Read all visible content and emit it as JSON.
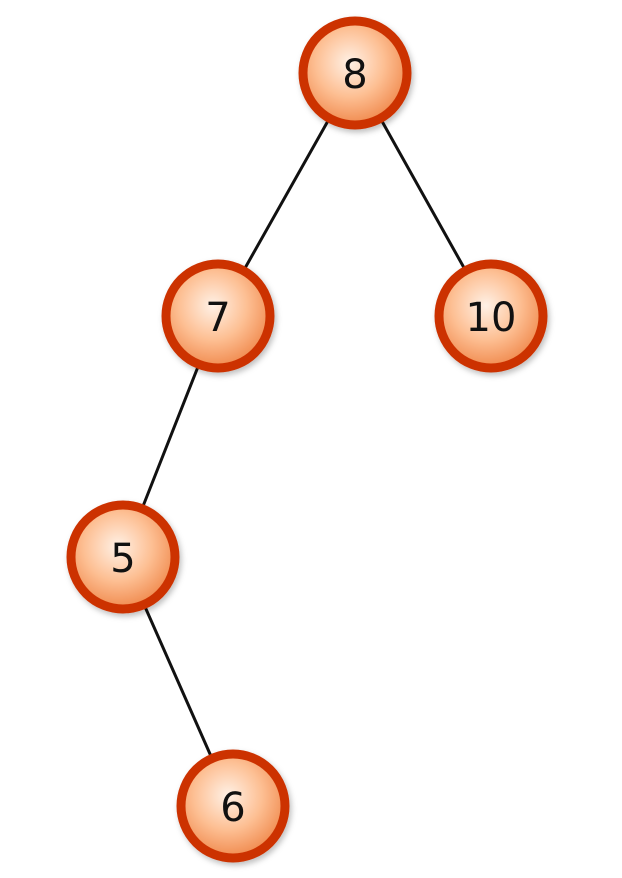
{
  "diagram": {
    "type": "binary-tree",
    "colors": {
      "ring": "#cc3300",
      "fill_center": "#fff1e6",
      "fill_mid": "#fdbf93",
      "fill_edge": "#f08a4e",
      "edge": "#111111"
    },
    "nodes": [
      {
        "id": "n8",
        "label": "8"
      },
      {
        "id": "n7",
        "label": "7"
      },
      {
        "id": "n10",
        "label": "10"
      },
      {
        "id": "n5",
        "label": "5"
      },
      {
        "id": "n6",
        "label": "6"
      }
    ],
    "edges": [
      {
        "from": "n8",
        "to": "n7"
      },
      {
        "from": "n8",
        "to": "n10"
      },
      {
        "from": "n7",
        "to": "n5"
      },
      {
        "from": "n5",
        "to": "n6"
      }
    ]
  }
}
